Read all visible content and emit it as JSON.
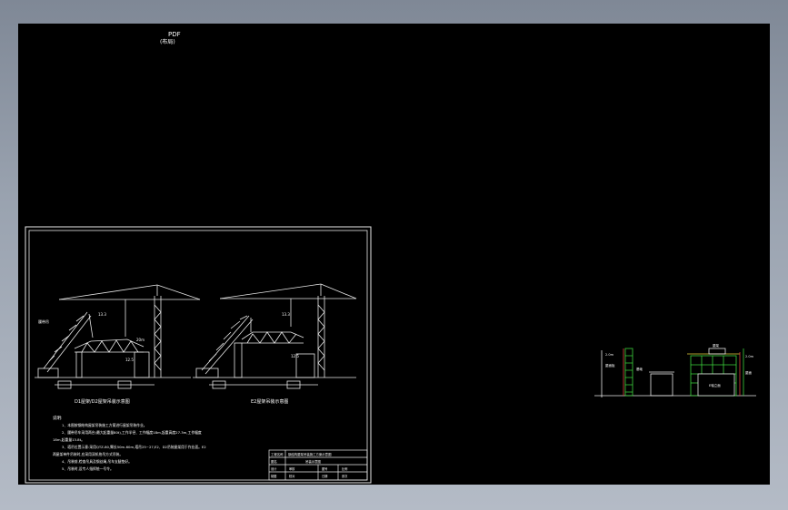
{
  "app": {
    "model_space_colors": {
      "background": "#000000",
      "frame": "#e8e8e8",
      "green": "#3cd23c",
      "yellow": "#e6d23c",
      "red": "#e03c3c"
    }
  },
  "viewport_label": {
    "line1": "PDF",
    "line2": "(布局)"
  },
  "sheet": {
    "diagram_left_caption": "D1屋架/D2屋架吊装示意图",
    "diagram_right_caption": "E2屋架吊装示意图",
    "notes_heading": "说明:",
    "notes": [
      "1、本图按钢结构屋架吊装施工方案进行屋架吊装作业。",
      "2、履带吊车采用两台(最大起重量80t),工作半径、工作幅度18m,起重高度27.3m,工作幅度",
      "18m,起重量13.8t。",
      "3、塔吊位置示意:采用QTZ-80,臂长50m-60m,塔吊25~27,E2、D2吊装屋架用于作业面。E2",
      "两屋架单件吊装时,应采用双机抬吊方式吊装。",
      "4、吊装前,检查吊具及钢丝绳,吊车支腿垫好。",
      "5、吊装时,设专人指挥统一号令。"
    ],
    "title_block": {
      "row1_left": "工程名称",
      "row1_right": "钢结构屋架吊装施工方案示意图",
      "row2_left": "图名",
      "row2_right": "吊装示意图",
      "row3": [
        "设计",
        "审核",
        "图号",
        "比例"
      ],
      "row4": [
        "制图",
        "校对",
        "日期",
        "张次"
      ]
    },
    "left_labels": {
      "dim1": "13.3",
      "dim2": "20m",
      "tag": "12.5",
      "boom_text": "履带吊"
    },
    "right_labels": {
      "dim1": "13.3",
      "tag": "12.5"
    }
  },
  "detail": {
    "left_labels": [
      "2.0m",
      "屋面板",
      "基础"
    ],
    "right_labels": [
      "屋架",
      "2.0m",
      "屋面"
    ],
    "right_box_label": "E轴立面"
  }
}
